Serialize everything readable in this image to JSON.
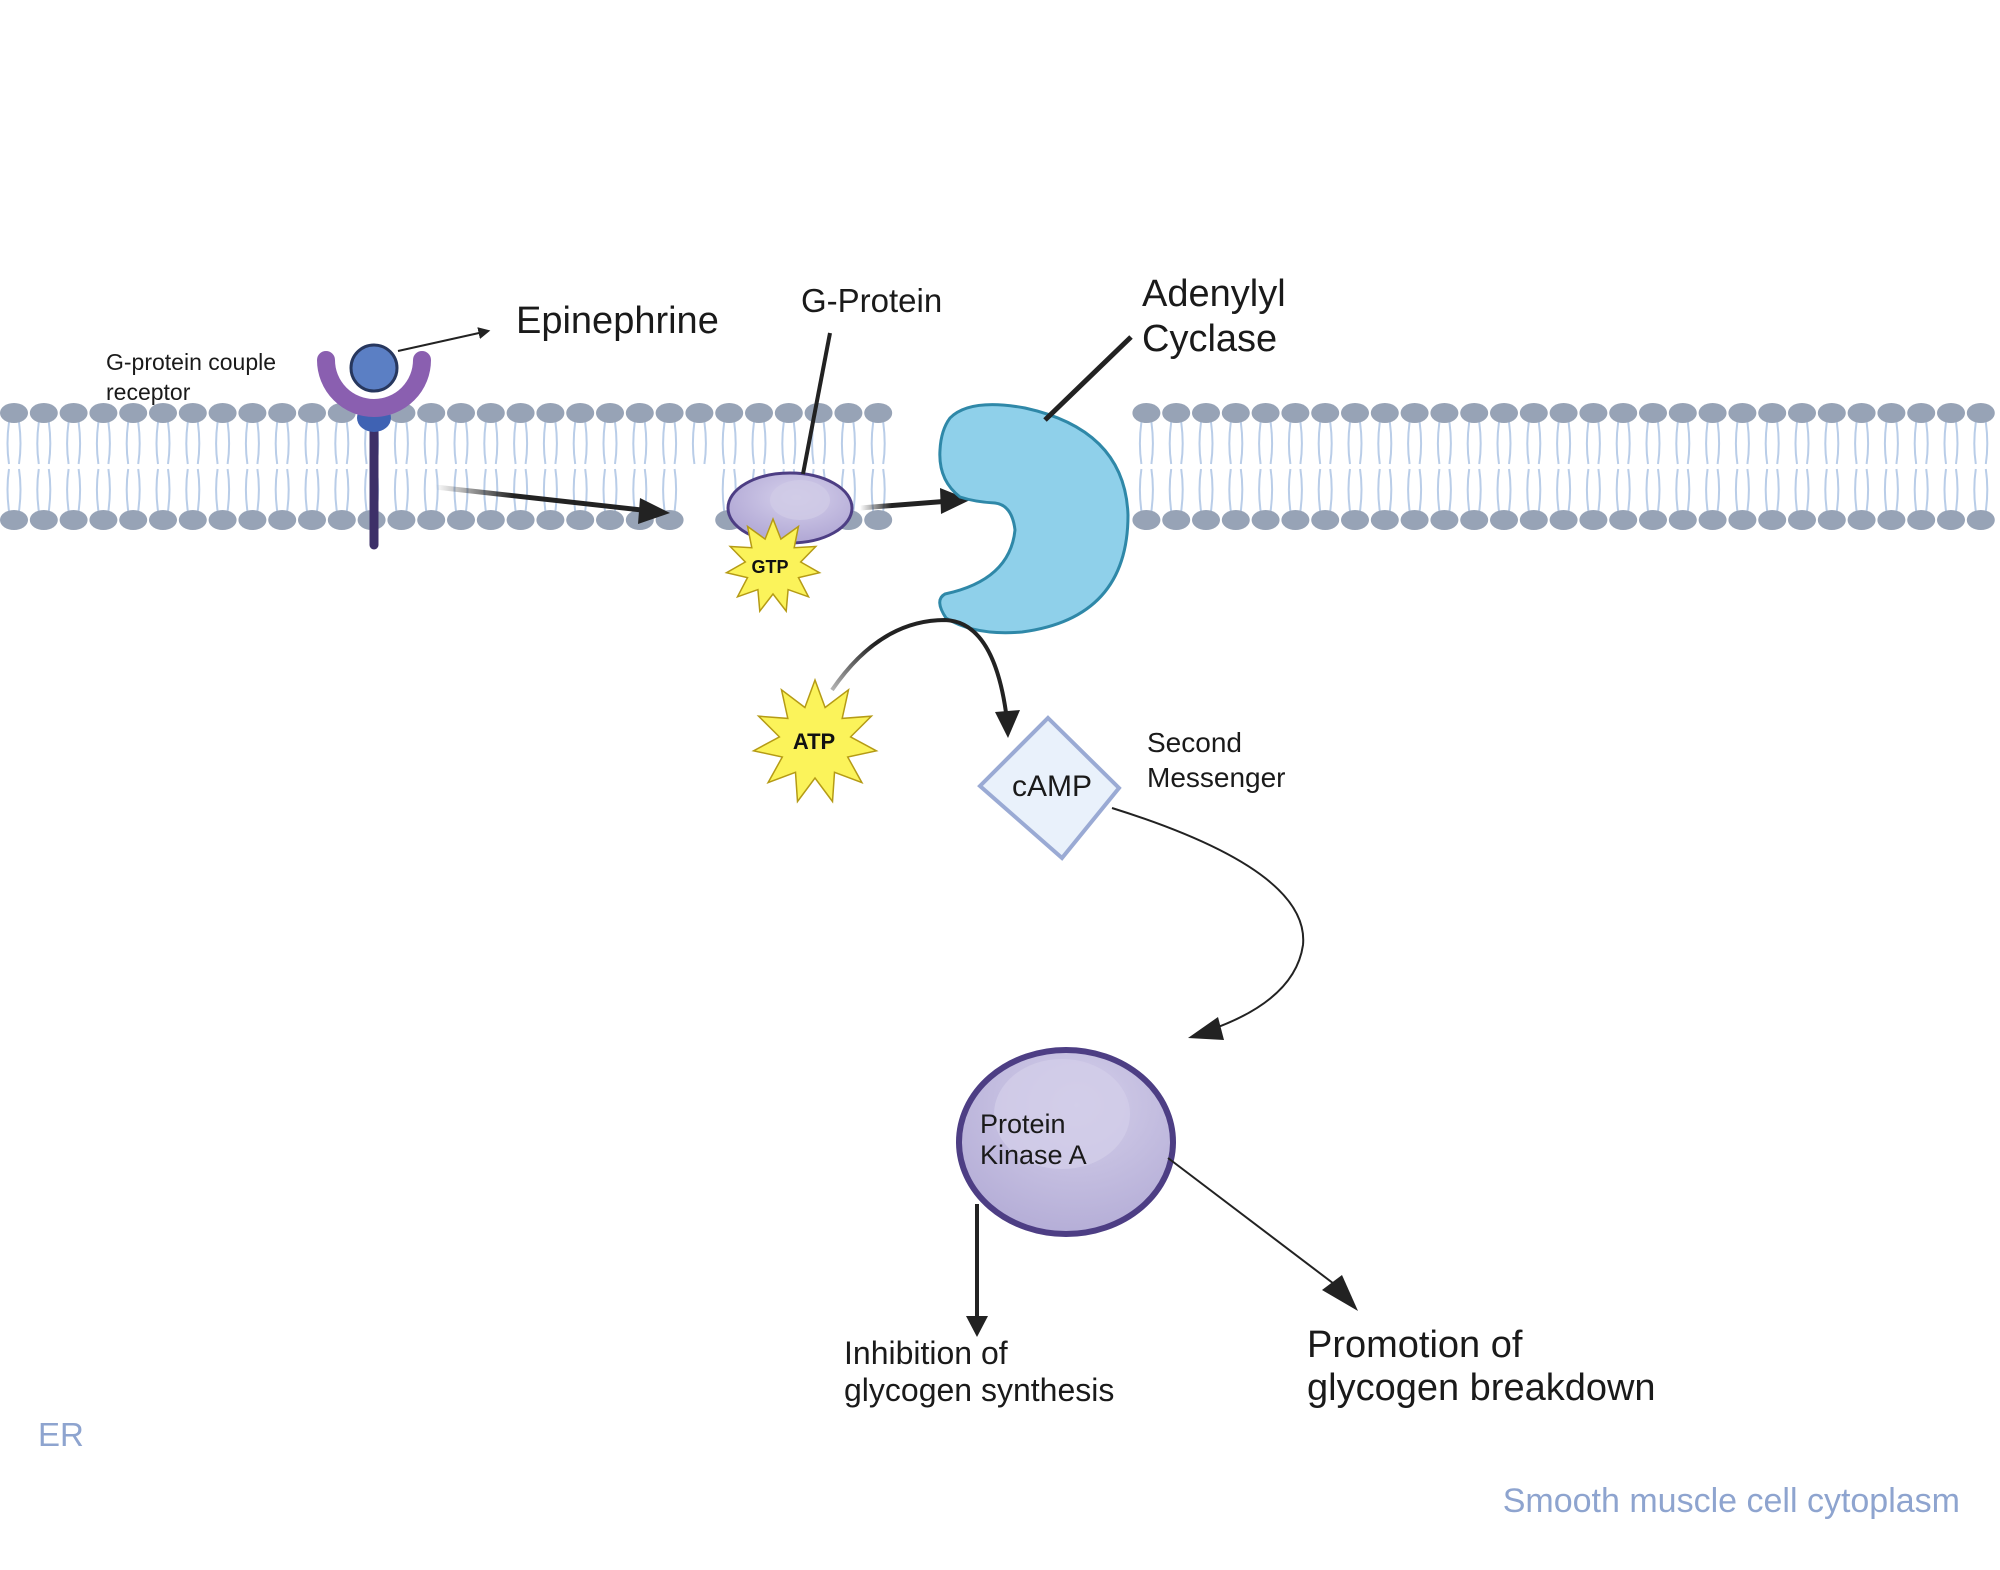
{
  "labels": {
    "receptor_line1": "G-protein couple",
    "receptor_line2": "receptor",
    "epinephrine": "Epinephrine",
    "g_protein": "G-Protein",
    "adenylyl_line1": "Adenylyl",
    "adenylyl_line2": "Cyclase",
    "gtp": "GTP",
    "atp": "ATP",
    "camp": "cAMP",
    "second_line1": "Second",
    "second_line2": "Messenger",
    "pka_line1": "Protein",
    "pka_line2": "Kinase A",
    "inhibition_line1": "Inhibition of",
    "inhibition_line2": "glycogen synthesis",
    "promotion_line1": "Promotion of",
    "promotion_line2": "glycogen breakdown",
    "er": "ER",
    "cytoplasm": "Smooth muscle cell cytoplasm"
  },
  "colors": {
    "membrane_head": "#97a3b6",
    "membrane_tail": "#b9cde8",
    "receptor": "#8a5fb0",
    "receptor_stem": "#3d3068",
    "ligand": "#5b7fc4",
    "g_protein": "#b8b0d8",
    "adenylyl_cyclase": "#8fd0ea",
    "star": "#fbf35a",
    "camp_fill": "#e9f1fb",
    "camp_stroke": "#9aaad4",
    "pka_fill": "#b9b2d9",
    "pka_stroke": "#4d3e84",
    "region_text": "#8ea4cf"
  }
}
